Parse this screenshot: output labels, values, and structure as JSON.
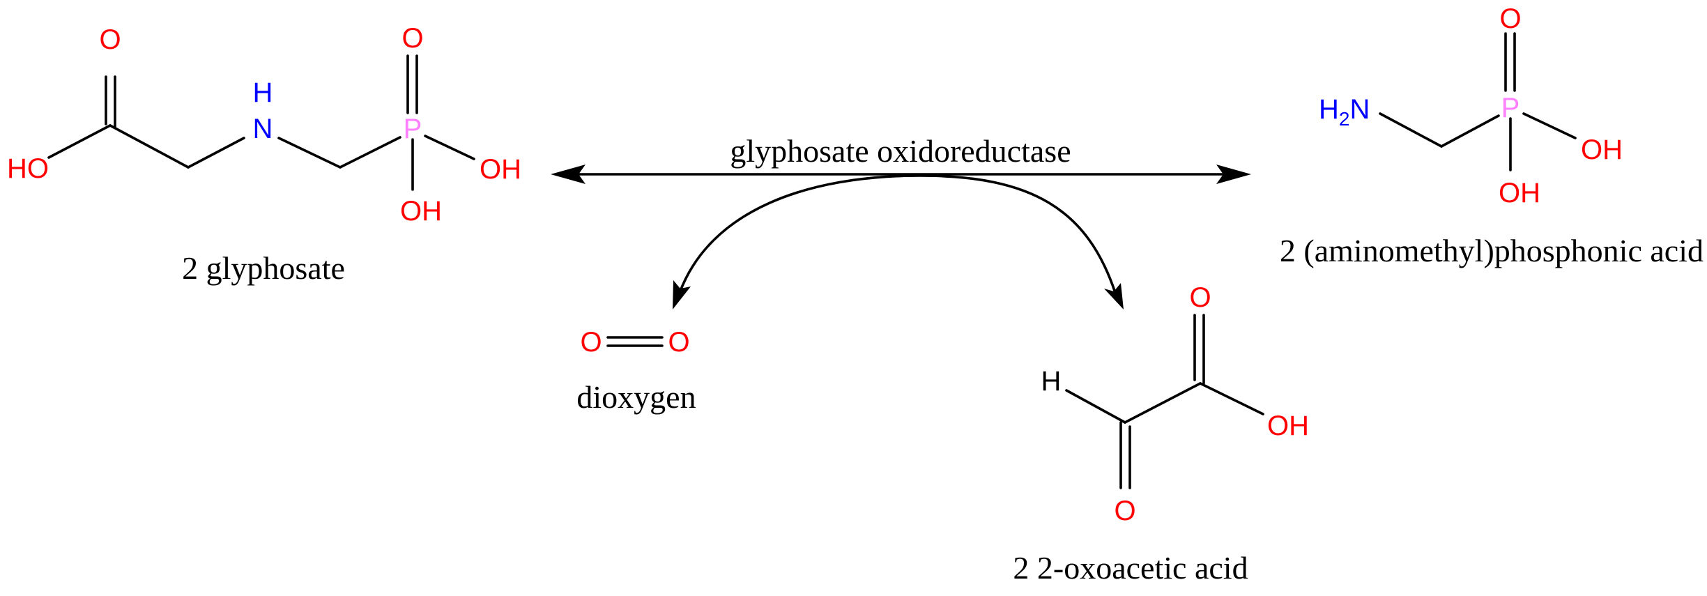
{
  "reaction": {
    "enzyme": "glyphosate oxidoreductase",
    "direction": "reversible"
  },
  "compounds": {
    "glyphosate": {
      "label": "2 glyphosate",
      "atoms": {
        "o_top": "O",
        "ho": "HO",
        "n": "N",
        "h": "H",
        "p": "P",
        "o_p": "O",
        "oh_right": "OH",
        "oh_bottom": "OH"
      }
    },
    "aminomethylphosphonic_acid": {
      "label": "2 (aminomethyl)phosphonic acid",
      "atoms": {
        "h2n_h": "H",
        "h2n_sub": "2",
        "h2n_n": "N",
        "p": "P",
        "o_top": "O",
        "oh_right": "OH",
        "oh_bottom": "OH"
      }
    },
    "dioxygen": {
      "label": "dioxygen",
      "atoms": {
        "o_left": "O",
        "o_right": "O"
      }
    },
    "oxoacetic_acid": {
      "label": "2 2-oxoacetic acid",
      "atoms": {
        "h": "H",
        "o_top": "O",
        "oh": "OH",
        "o_bottom": "O"
      }
    }
  },
  "colors": {
    "oxygen": "#ff0000",
    "nitrogen": "#0000ff",
    "phosphorus": "#ff80ff",
    "bond": "#000000"
  }
}
